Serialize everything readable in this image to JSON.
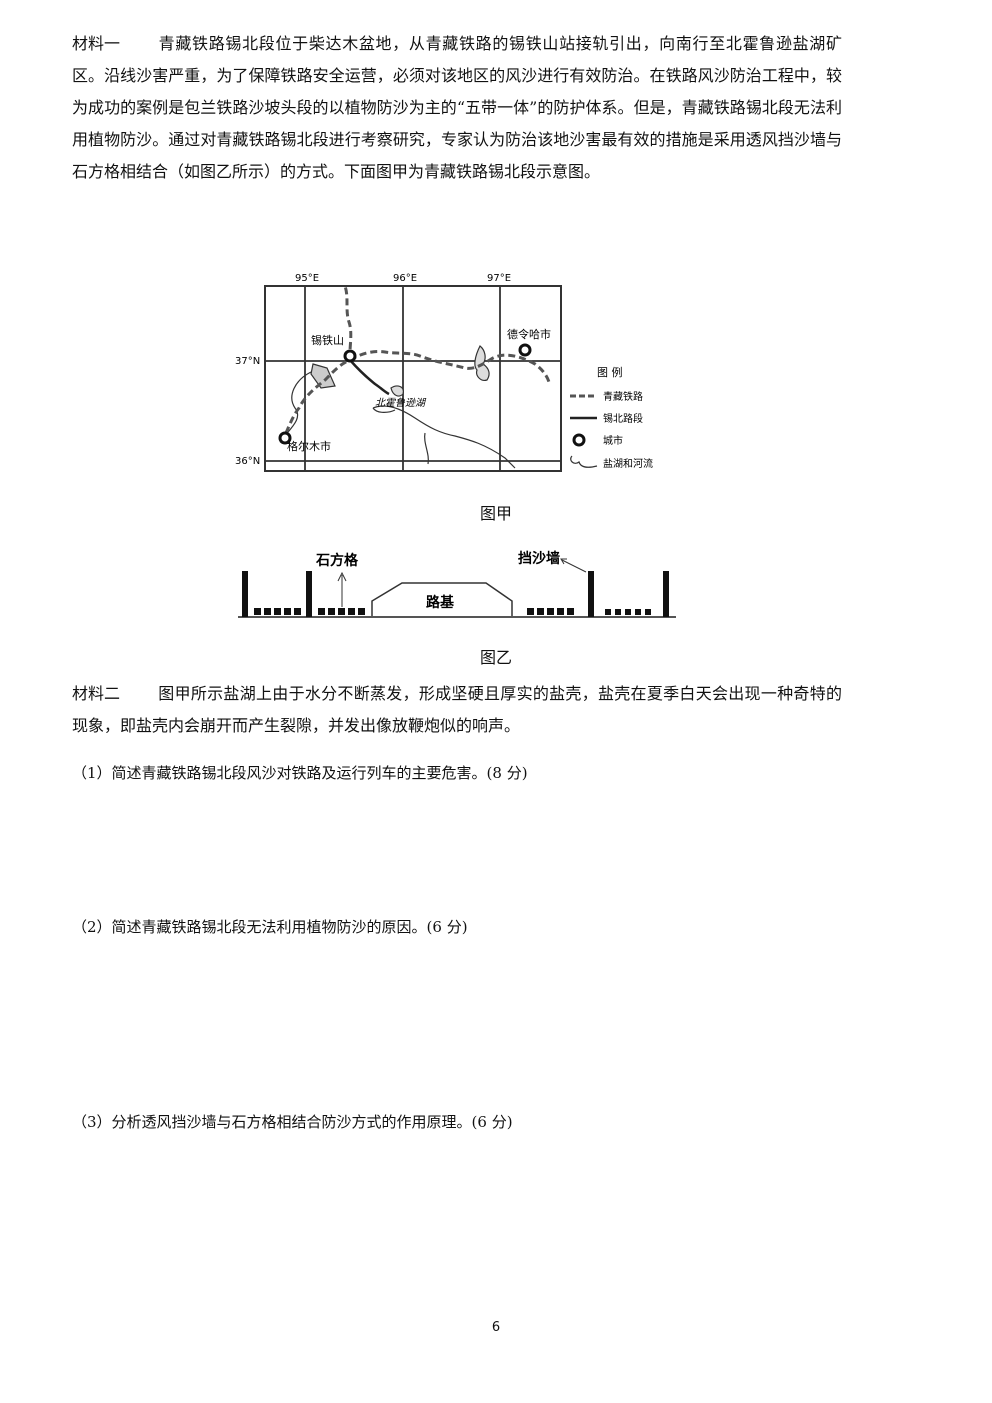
{
  "material1": {
    "label": "材料一",
    "text": "青藏铁路锡北段位于柴达木盆地，从青藏铁路的锡铁山站接轨引出，向南行至北霍鲁逊盐湖矿区。沿线沙害严重，为了保障铁路安全运营，必须对该地区的风沙进行有效防治。在铁路风沙防治工程中，较为成功的案例是包兰铁路沙坡头段的以植物防沙为主的“五带一体”的防护体系。但是，青藏铁路锡北段无法利用植物防沙。通过对青藏铁路锡北段进行考察研究，专家认为防治该地沙害最有效的措施是采用透风挡沙墙与石方格相结合（如图乙所示）的方式。下面图甲为青藏铁路锡北段示意图。"
  },
  "map": {
    "caption": "图甲",
    "lon_labels": [
      "95°E",
      "96°E",
      "97°E"
    ],
    "lat_labels": [
      "37°N",
      "36°N"
    ],
    "places": {
      "xitieshan": "锡铁山",
      "delingha": "德令哈市",
      "golmud": "格尔木市",
      "lake": "北霍鲁逊湖"
    },
    "legend": {
      "title": "图 例",
      "items": [
        "青藏铁路",
        "锡北路段",
        "城市",
        "盐湖和河流"
      ]
    }
  },
  "profile": {
    "caption": "图乙",
    "stone_grid": "石方格",
    "sand_wall": "挡沙墙",
    "roadbed": "路基"
  },
  "material2": {
    "label": "材料二",
    "text": "图甲所示盐湖上由于水分不断蒸发，形成坚硬且厚实的盐壳，盐壳在夏季白天会出现一种奇特的现象，即盐壳内会崩开而产生裂隙，并发出像放鞭炮似的响声。"
  },
  "questions": [
    "（1）简述青藏铁路锡北段风沙对铁路及运行列车的主要危害。(8 分)",
    "（2）简述青藏铁路锡北段无法利用植物防沙的原因。(6 分)",
    "（3）分析透风挡沙墙与石方格相结合防沙方式的作用原理。(6 分)"
  ],
  "page_number": "6"
}
